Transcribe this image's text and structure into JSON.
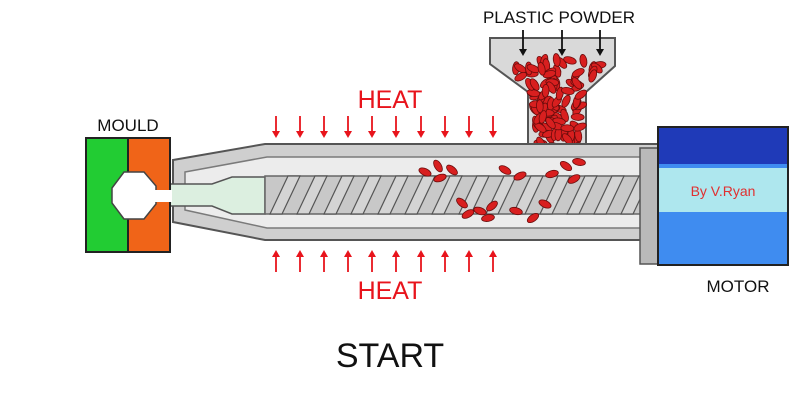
{
  "labels": {
    "plastic_powder": "PLASTIC POWDER",
    "heat_top": "HEAT",
    "heat_bottom": "HEAT",
    "mould": "MOULD",
    "motor": "MOTOR",
    "credit": "By V.Ryan",
    "start": "START"
  },
  "colors": {
    "heat_red": "#e8141c",
    "pellet_red": "#d81f1f",
    "mould_green": "#22cc33",
    "mould_orange": "#f06418",
    "barrel_grey": "#cfcfcf",
    "screw_grey": "#d4d4d4",
    "melt_tint": "#dcefe0",
    "motor_dark_blue": "#1f3ab8",
    "motor_light_blue": "#3f8cf0",
    "motor_band": "#aee7ee",
    "credit_red": "#e03030",
    "outline": "#333333"
  },
  "icons": {
    "heat_arrow": "arrow-down-icon",
    "powder_arrow": "arrow-down-icon"
  }
}
